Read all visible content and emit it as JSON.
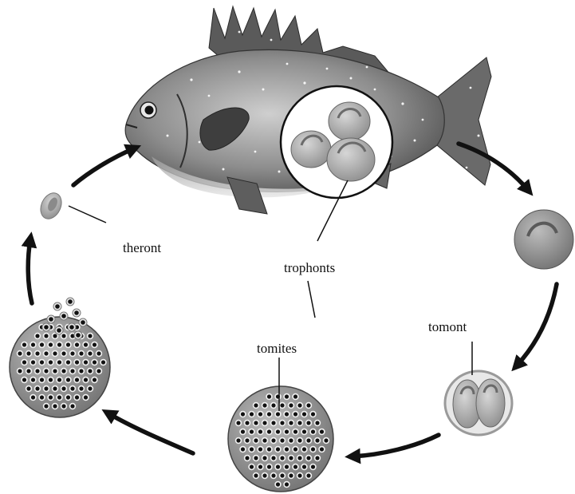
{
  "labels": {
    "theront": "theront",
    "trophonts": "trophonts",
    "tomont": "tomont",
    "tomites": "tomites"
  },
  "icons": {
    "fish": "fish-icon",
    "cycle_arrow": "curved-arrow-icon"
  },
  "colors": {
    "fish_body": "#8a8a8a",
    "fish_dark": "#3a3a3a",
    "cell_fill": "#b9b9b9",
    "cell_core": "#8e8e8e",
    "arrow": "#111111"
  }
}
